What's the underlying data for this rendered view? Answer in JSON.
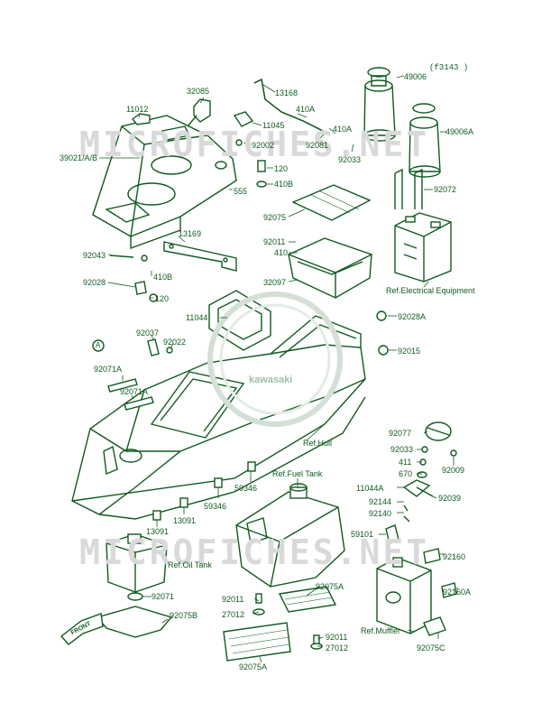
{
  "diagram_code": "(f3143 )",
  "watermark": "MICROFICHES.NET",
  "center_logo_text": "kawasaki",
  "colors": {
    "ink": "#0f5a1e",
    "watermark": "#d9d9d9",
    "background": "#ffffff"
  },
  "labels": {
    "p11012": "11012",
    "p32085": "32085",
    "p13168": "13168",
    "p410a_1": "410A",
    "p410a_2": "410A",
    "p11045": "11045",
    "p92002": "92002",
    "p92081": "92081",
    "p92033_1": "92033",
    "p49006": "49006",
    "p49006a": "49006A",
    "p39021": "39021/A/B",
    "p120_1": "120",
    "p410b_1": "410B",
    "p555": "555",
    "p92072": "92072",
    "p92075": "92075",
    "p92011_1": "92011",
    "p410": "410",
    "p13169": "13169",
    "p92043": "92043",
    "p410b_2": "410B",
    "p92028": "92028",
    "p120_2": "120",
    "p32097": "32097",
    "ref_electrical": "Ref.Electrical Equipment",
    "p11044": "11044",
    "p92028a": "92028A",
    "p92037": "92037",
    "p92022": "92022",
    "p92015": "92015",
    "callout_a": "A",
    "p92071a_1": "92071A",
    "p92071a_2": "92071A",
    "ref_hull": "Ref.Hull",
    "p92077": "92077",
    "p92033_2": "92033",
    "p411": "411",
    "p670": "670",
    "p92009": "92009",
    "ref_fuel_tank": "Ref.Fuel Tank",
    "p59346_1": "59346",
    "p59346_2": "59346",
    "p11044a": "11044A",
    "p92144": "92144",
    "p92140": "92140",
    "p92039": "92039",
    "p13091_1": "13091",
    "p13091_2": "13091",
    "p59101": "59101",
    "ref_oil_tank": "Ref.Oil Tank",
    "p92160": "92160",
    "p92071": "92071",
    "p92075b": "92075B",
    "p92160a": "92160A",
    "p92011_2": "92011",
    "p92075a_1": "92075A",
    "p27012_1": "27012",
    "ref_muffler": "Ref.Muffler",
    "p92011_3": "92011",
    "p27012_2": "27012",
    "p92075c": "92075C",
    "p92075a_2": "92075A",
    "front": "FRONT"
  }
}
